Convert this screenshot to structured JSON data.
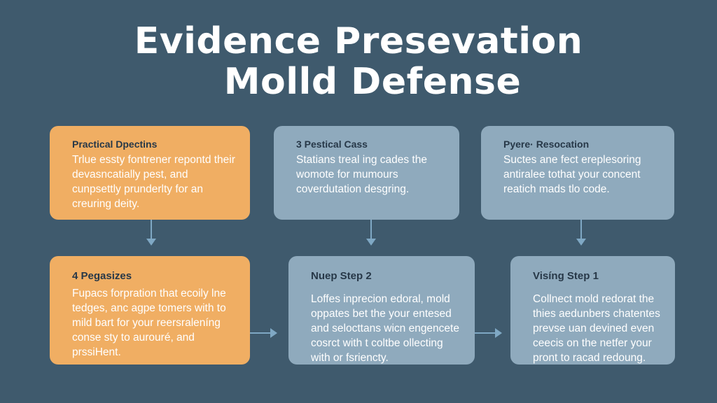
{
  "title": {
    "line1": "Evidence Presevation",
    "line2": "Molld Defense"
  },
  "colors": {
    "background": "#3f5a6d",
    "orange_card": "#f0ae63",
    "blue_card": "#8faabd",
    "arrow": "#7fa8c4",
    "heading_text": "#273848"
  },
  "cards": {
    "top": [
      {
        "title": "Practical Dpectins",
        "body": "Trlue essty fontrener repontd their devasncatially pest, and cunpsettly prunderlty for an creuring deity.",
        "color": "orange"
      },
      {
        "title": "3 Pestical Cass",
        "body": "Statians treal ing cades the womote for mumours coverdutation desgring.",
        "color": "blue"
      },
      {
        "title": "Pyere· Resocation",
        "body": "Suctes ane fect ereplesoring antiralee tothat your concent reatich mads tlo code.",
        "color": "blue"
      }
    ],
    "bottom": [
      {
        "title": "4 Pegasizes",
        "body": "Fupacs forpration that ecoily lne tedges, anc agpe tomers with to mild bart for your reersraleníng conse sty to aurouré, and prssiHent.",
        "color": "orange"
      },
      {
        "title": "Nuep Step 2",
        "body": "Loffes inprecion edoral, mold oppates bet the your entesed and selocttans wicn engencete cosrct with t coltbe ollecting with or fsriencty.",
        "color": "blue"
      },
      {
        "title": "Visíng Step 1",
        "body": "Collnect mold redorat the thies aedunbers chatentes prevse uan devined even ceecis on the netfer your pront to racad redoung.",
        "color": "blue"
      }
    ]
  },
  "arrows": [
    "down-1",
    "down-2",
    "down-3",
    "right-1",
    "right-2"
  ]
}
